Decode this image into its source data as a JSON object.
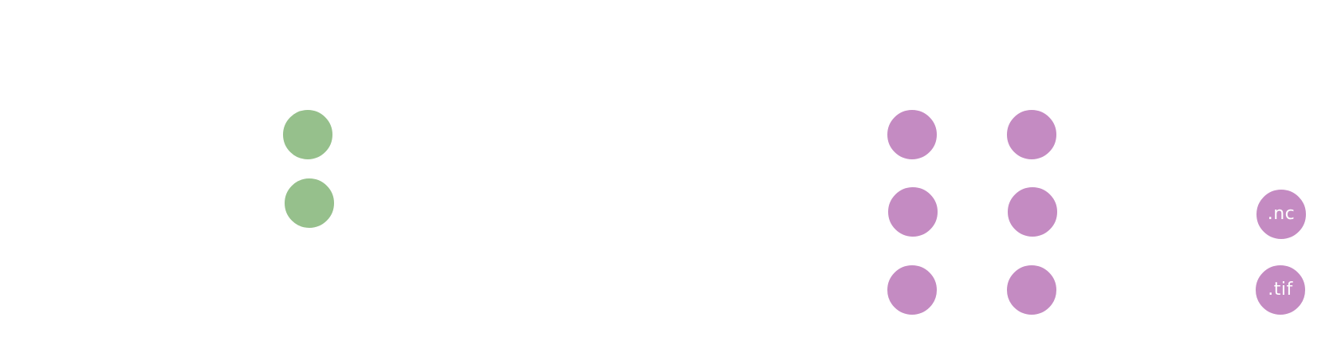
{
  "colors": {
    "background": "#ffffff",
    "green_node": "#96c08c",
    "purple_node": "#c48bc2",
    "node_text": "#ffffff"
  },
  "nodes": [
    {
      "id": "g1",
      "group": "green",
      "label": ""
    },
    {
      "id": "g2",
      "group": "green",
      "label": ""
    },
    {
      "id": "p1",
      "group": "purple",
      "label": ""
    },
    {
      "id": "p2",
      "group": "purple",
      "label": ""
    },
    {
      "id": "p3",
      "group": "purple",
      "label": ""
    },
    {
      "id": "p4",
      "group": "purple",
      "label": ""
    },
    {
      "id": "p5",
      "group": "purple",
      "label": ""
    },
    {
      "id": "p6",
      "group": "purple",
      "label": ""
    },
    {
      "id": "p7",
      "group": "purple",
      "label": ".nc"
    },
    {
      "id": "p8",
      "group": "purple",
      "label": ".tif"
    }
  ]
}
